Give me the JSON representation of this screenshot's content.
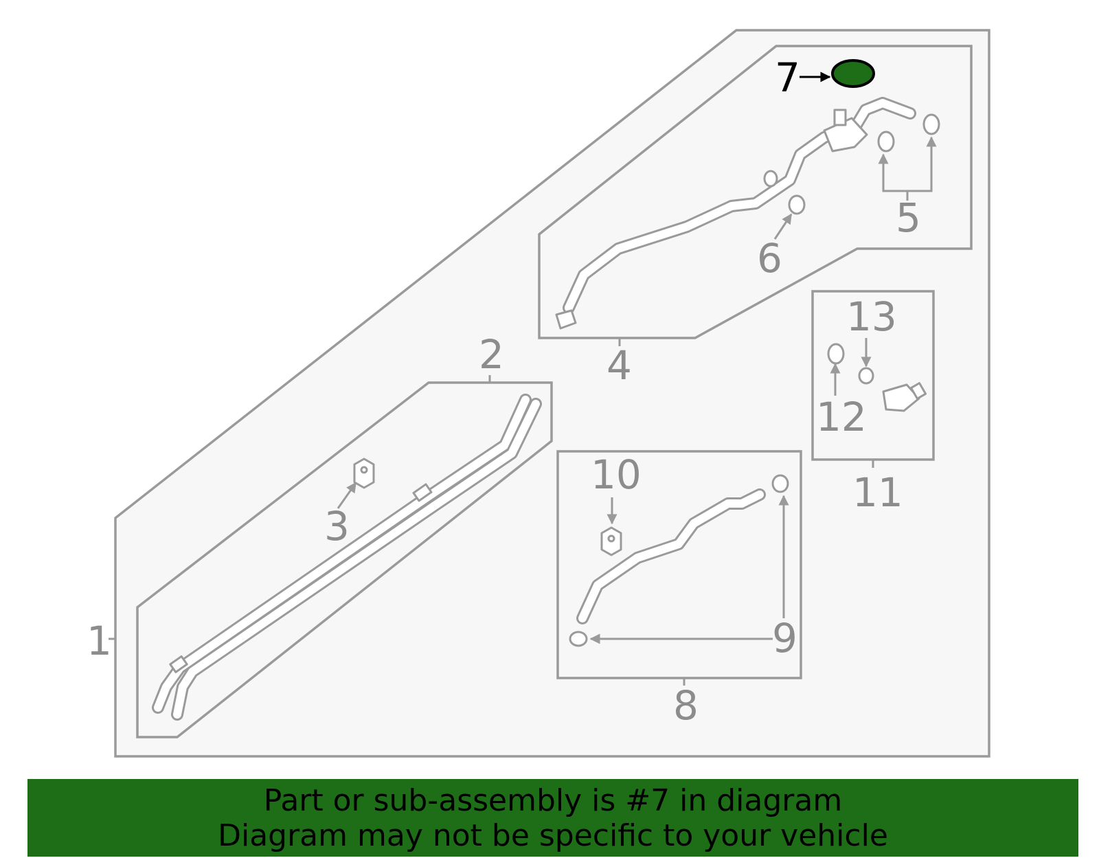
{
  "diagram": {
    "callouts": {
      "c1": "1",
      "c2": "2",
      "c3": "3",
      "c4": "4",
      "c5": "5",
      "c6": "6",
      "c7": "7",
      "c8": "8",
      "c9": "9",
      "c10": "10",
      "c11": "11",
      "c12": "12",
      "c13": "13"
    },
    "highlighted_part": "7",
    "colors": {
      "highlight_fill": "#1e6e17",
      "line_gray": "#9a9a9a",
      "panel_bg": "#f7f7f7"
    }
  },
  "banner": {
    "line1": "Part or sub-assembly is #7 in diagram",
    "line2": "Diagram may not be specific to your vehicle",
    "background": "#1e6e17"
  }
}
